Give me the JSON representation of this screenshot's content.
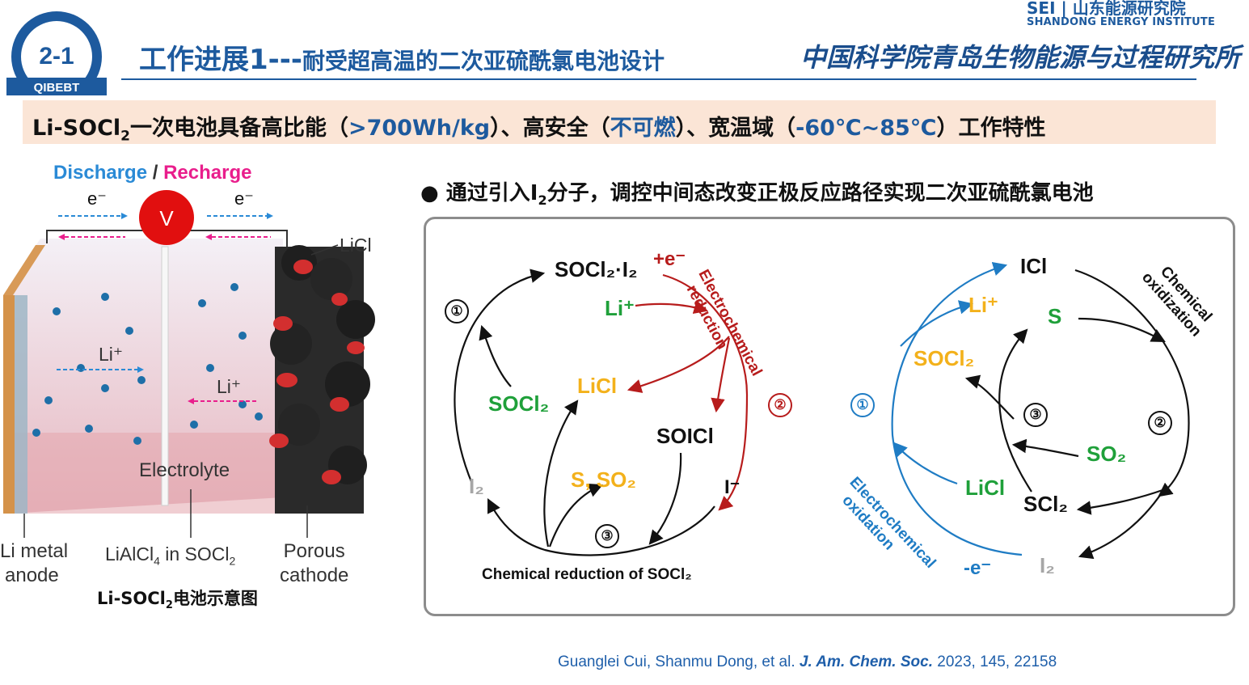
{
  "header": {
    "badge_number": "2-1",
    "badge_org": "QIBEBT",
    "title_main": "工作进展1---",
    "title_rest": "耐受超高温的二次亚硫酰氯电池设计",
    "org_calligraphy": "中国科学院青岛生物能源与过程研究所",
    "sei_line": "SEI | 山东能源研究院",
    "sei_sub": "SHANDONG ENERGY INSTITUTE"
  },
  "banner": {
    "part1": "Li-SOCl",
    "sub1": "2",
    "part2": "一次电池具备高比能（",
    "hl1": ">700Wh/kg",
    "part3": "）、高安全（",
    "hl2": "不可燃",
    "part4": "）、宽温域（",
    "hl3": "-60℃~85℃",
    "part5": "）工作特性"
  },
  "left_figure": {
    "discharge": "Discharge",
    "slash": " / ",
    "recharge": "Recharge",
    "e_left": "e⁻",
    "e_right": "e⁻",
    "voltmeter": "V",
    "licl": "LiCl",
    "li_plus_1": "Li⁺",
    "li_plus_2": "Li⁺",
    "electrolyte": "Electrolyte",
    "anode_line1": "Li metal",
    "anode_line2": "anode",
    "electrolyte_salt": "LiAlCl",
    "electrolyte_salt_sub": "4",
    "electrolyte_salt_rest": " in SOCl",
    "electrolyte_salt_sub2": "2",
    "cathode_line1": "Porous",
    "cathode_line2": "cathode",
    "caption_a": "Li-SOCl",
    "caption_sub": "2",
    "caption_b": "电池示意图"
  },
  "bullet": {
    "mark": "●",
    "text_a": "通过引入I",
    "text_sub": "2",
    "text_b": "分子，调控中间态改变正极反应路径实现二次亚硫酰氯电池"
  },
  "discharge_cycle": {
    "socl2_i2": "SOCl₂·I₂",
    "plus_e": "+e⁻",
    "electrochemical_reduction_1": "Electrochemical",
    "electrochemical_reduction_2": "reduction",
    "li_plus": "Li⁺",
    "licl": "LiCl",
    "socl2": "SOCl₂",
    "soicl": "SOICl",
    "i_minus": "I⁻",
    "s_so2": "S, SO₂",
    "i2": "I₂",
    "step1": "①",
    "step2": "②",
    "step3": "③",
    "caption": "Chemical reduction of SOCl₂"
  },
  "charge_cycle": {
    "icl": "ICl",
    "chemical_oxidization_1": "Chemical",
    "chemical_oxidization_2": "oxidization",
    "li_plus": "Li⁺",
    "s": "S",
    "socl2": "SOCl₂",
    "so2": "SO₂",
    "licl": "LiCl",
    "scl2": "SCl₂",
    "minus_e": "-e⁻",
    "i2": "I₂",
    "electrochemical_oxidation_1": "Electrochemical",
    "electrochemical_oxidation_2": "oxidation",
    "step1": "①",
    "step2": "②",
    "step3": "③"
  },
  "citation": {
    "authors": "Guanglei Cui, Shanmu Dong, et al. ",
    "journal": "J. Am. Chem. Soc.",
    "rest": " 2023, 145, 22158"
  },
  "colors": {
    "brand_blue": "#1d5a9e",
    "banner_bg": "#fbe5d6",
    "green": "#1fa03a",
    "orange": "#f3b11b",
    "red": "#b71c1c",
    "blue": "#1f7cc4"
  }
}
